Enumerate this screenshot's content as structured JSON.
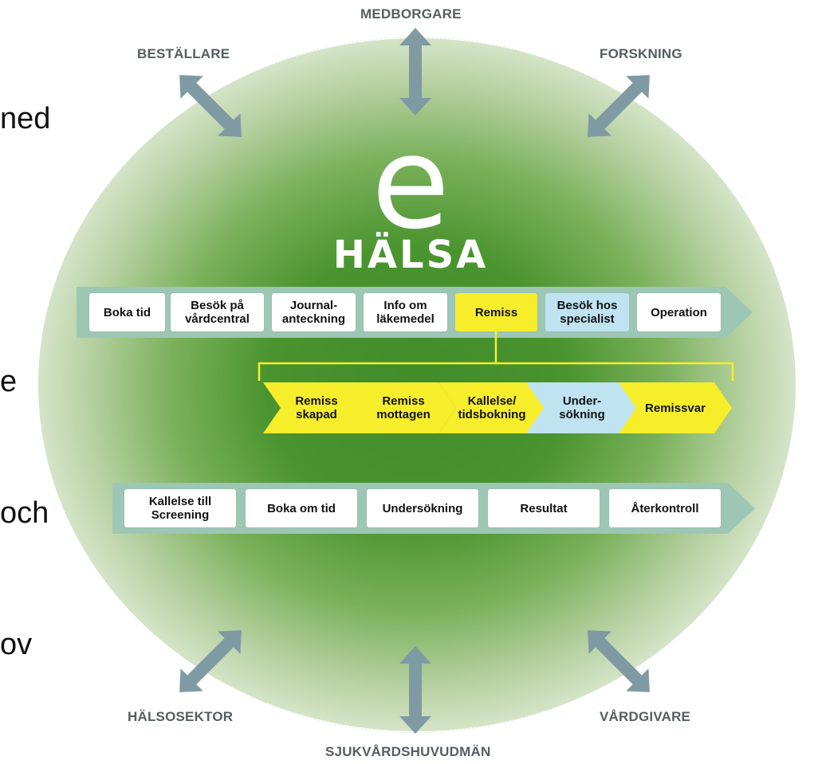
{
  "left_text_fragments": [
    "ned",
    "e",
    "och",
    "ov"
  ],
  "logo": {
    "letter": "e",
    "word": "HÄLSA"
  },
  "stakeholders": {
    "top": "MEDBORGARE",
    "top_left": "BESTÄLLARE",
    "top_right": "FORSKNING",
    "bottom_left": "HÄLSOSEKTOR",
    "bottom": "SJUKVÅRDSHUVUDMÄN",
    "bottom_right": "VÅRDGIVARE"
  },
  "top_process": [
    "Boka tid",
    "Besök på\nvårdcentral",
    "Journal-\nanteckning",
    "Info om\nläkemedel",
    "Remiss",
    "Besök hos\nspecialist",
    "Operation"
  ],
  "remiss_process": [
    "Remiss\nskapad",
    "Remiss\nmottagen",
    "Kallelse/\ntidsbokning",
    "Under-\nsökning",
    "Remissvar"
  ],
  "screening_process": [
    "Kallelse till\nScreening",
    "Boka om tid",
    "Undersökning",
    "Resultat",
    "Återkontroll"
  ],
  "colors": {
    "band": "#9dc6b5",
    "highlight_yellow": "#f7ee2b",
    "highlight_blue": "#c0e3f2",
    "arrow": "#7f9aa2",
    "label": "#555d61"
  }
}
